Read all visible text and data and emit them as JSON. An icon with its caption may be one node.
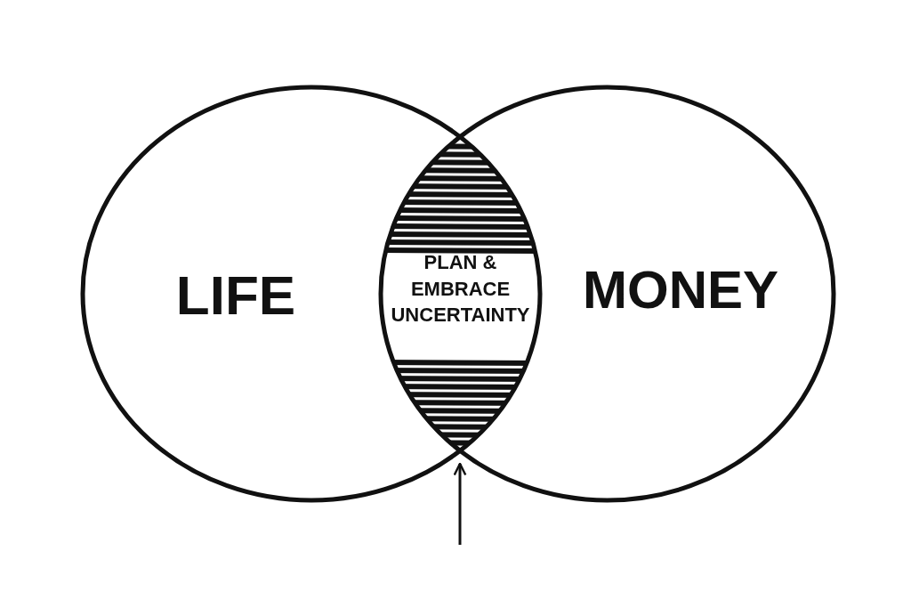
{
  "diagram": {
    "nodes": [
      {
        "text": [
          "LIFE"
        ]
      },
      {
        "text": [
          "MONEY"
        ]
      },
      {
        "text": [
          "PLAN & EMBRACE UNCERTAINTY"
        ]
      }
    ],
    "edges": [
      {
        "from": null,
        "to": 2,
        "arrow": "to"
      }
    ]
  }
}
